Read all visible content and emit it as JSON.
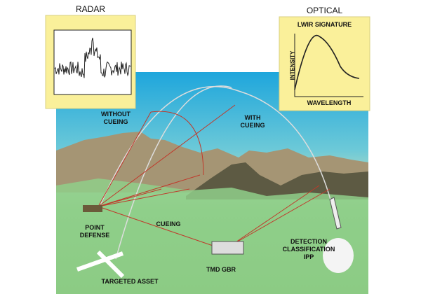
{
  "radar": {
    "title": "RADAR"
  },
  "optical": {
    "title": "OPTICAL",
    "chart_title": "LWIR SIGNATURE",
    "ylabel": "INTENSITY",
    "xlabel": "WAVELENGTH"
  },
  "labels": {
    "without_cueing": "WITHOUT\nCUEING",
    "with_cueing": "WITH\nCUEING",
    "point_defense": "POINT\nDEFENSE",
    "cueing": "CUEING",
    "targeted_asset": "TARGETED ASSET",
    "tmd_gbr": "TMD GBR",
    "detection": "DETECTION\nCLASSIFICATION\nIPP"
  },
  "colors": {
    "sky_top": "#2aa9d8",
    "ground": "#8fcf8a",
    "mountain": "#9a8b6a",
    "beam": "#c0392b",
    "panel": "#faf09a"
  }
}
